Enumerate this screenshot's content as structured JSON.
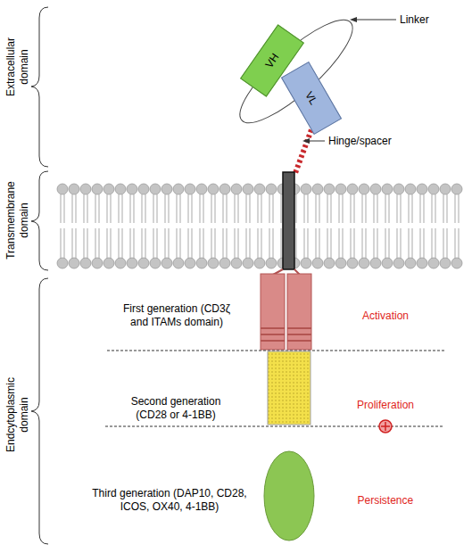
{
  "diagram": {
    "nodes": [
      {
        "text": [
          "VH"
        ]
      },
      {
        "text": [
          "VL"
        ]
      }
    ],
    "labels": [
      "Extracellular domain",
      "Transmembrane domain",
      "Endcytoplasmic domain",
      "Linker",
      "Hinge/spacer",
      "First generation (CD3ζ and ITAMs domain)",
      "Activation",
      "Second generation (CD28 or 4-1BB)",
      "Proliferation",
      "Third generation (DAP10, CD28, ICOS, OX40, 4-1BB)",
      "Persistence"
    ]
  }
}
